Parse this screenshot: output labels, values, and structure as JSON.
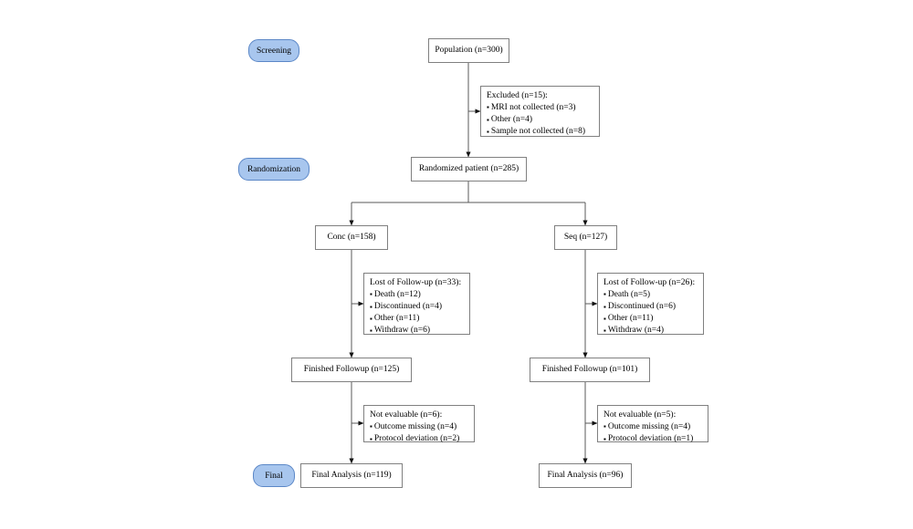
{
  "diagram": {
    "type": "consort-flow-diagram",
    "background_color": "#ffffff",
    "box_border_color": "#808080",
    "connector_color": "#595959",
    "stage_fill_color": "#a8c6ee",
    "stage_border_color": "#5b87c7"
  },
  "stages": [
    {
      "id": "screening",
      "label": "Screening"
    },
    {
      "id": "randomization",
      "label": "Randomization"
    },
    {
      "id": "final",
      "label": "Final"
    }
  ],
  "nodes": {
    "population": {
      "label": "Population (n=300)"
    },
    "excluded": {
      "title": "Excluded (n=15):",
      "items": [
        "MRI not collected (n=3)",
        "Other (n=4)",
        "Sample not collected (n=8)"
      ]
    },
    "randomized": {
      "label": "Randomized patient (n=285)"
    },
    "arm_conc": {
      "label": "Conc (n=158)"
    },
    "arm_seq": {
      "label": "Seq (n=127)"
    },
    "lost_conc": {
      "title": "Lost of Follow-up (n=33):",
      "items": [
        "Death (n=12)",
        "Discontinued (n=4)",
        "Other (n=11)",
        "Withdraw (n=6)"
      ]
    },
    "lost_seq": {
      "title": "Lost of Follow-up (n=26):",
      "items": [
        "Death (n=5)",
        "Discontinued (n=6)",
        "Other (n=11)",
        "Withdraw (n=4)"
      ]
    },
    "finished_conc": {
      "label": "Finished Followup (n=125)"
    },
    "finished_seq": {
      "label": "Finished Followup (n=101)"
    },
    "notevaluable_conc": {
      "title": "Not evaluable (n=6):",
      "items": [
        "Outcome missing (n=4)",
        "Protocol deviation (n=2)"
      ]
    },
    "notevaluable_seq": {
      "title": "Not evaluable (n=5):",
      "items": [
        "Outcome missing (n=4)",
        "Protocol deviation (n=1)"
      ]
    },
    "final_conc": {
      "label": "Final Analysis (n=119)"
    },
    "final_seq": {
      "label": "Final Analysis (n=96)"
    }
  }
}
